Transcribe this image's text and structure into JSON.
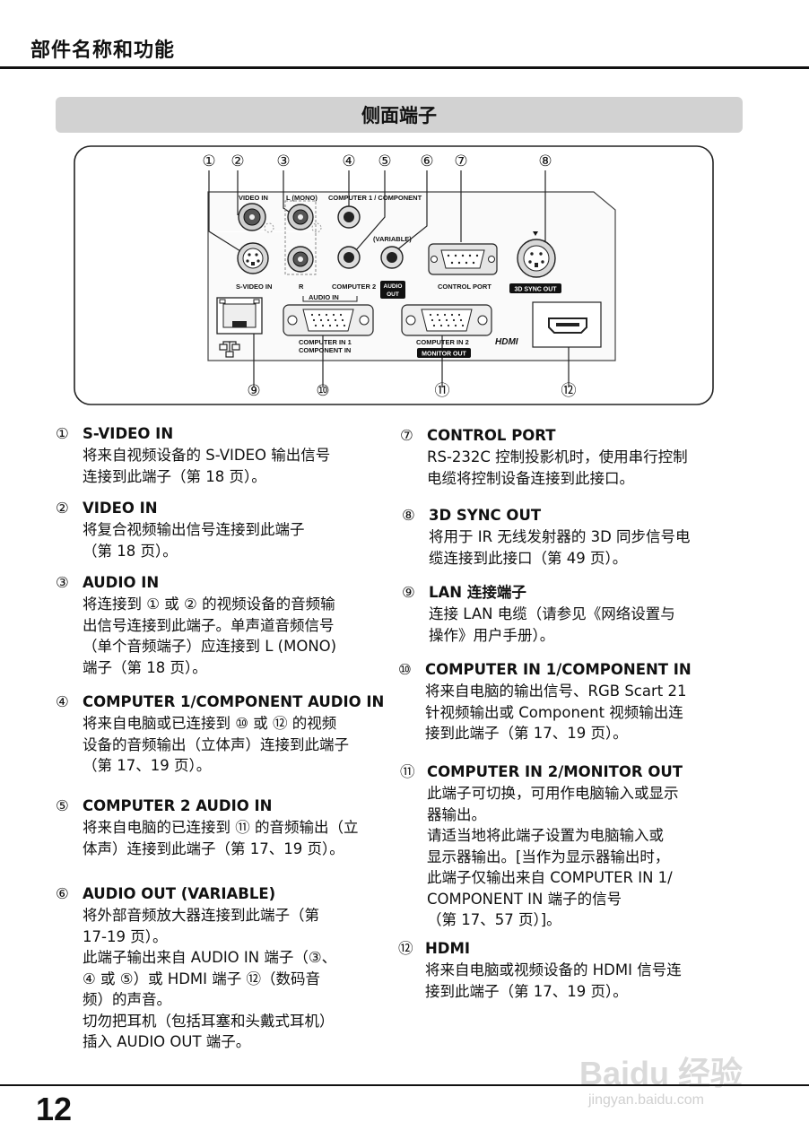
{
  "header": {
    "title": "部件名称和功能"
  },
  "section": {
    "title": "侧面端子"
  },
  "diagram": {
    "callouts": [
      "①",
      "②",
      "③",
      "④",
      "⑤",
      "⑥",
      "⑦",
      "⑧",
      "⑨",
      "⑩",
      "⑪",
      "⑫"
    ],
    "labels": {
      "video_in": "VIDEO IN",
      "l_mono": "L (MONO)",
      "computer1_component": "COMPUTER 1 / COMPONENT",
      "variable": "(VARIABLE)",
      "s_video_in": "S-VIDEO IN",
      "r": "R",
      "computer2": "COMPUTER 2",
      "audio_in": "AUDIO IN",
      "audio": "AUDIO",
      "out": "OUT",
      "control_port": "CONTROL PORT",
      "sync_3d": "3D SYNC OUT",
      "computer_in1_a": "COMPUTER IN 1",
      "computer_in1_b": "COMPONENT IN",
      "computer_in2": "COMPUTER IN 2",
      "monitor_out": "MONITOR OUT",
      "hdmi": "HDMI"
    }
  },
  "items": [
    {
      "num": "①",
      "title": "S-VIDEO IN",
      "lines": [
        "将来自视频设备的 S-VIDEO 输出信号",
        "连接到此端子（第 18 页）。"
      ]
    },
    {
      "num": "②",
      "title": "VIDEO IN",
      "lines": [
        "将复合视频输出信号连接到此端子",
        "（第 18 页）。"
      ]
    },
    {
      "num": "③",
      "title": "AUDIO IN",
      "lines": [
        "将连接到 ① 或 ② 的视频设备的音频输",
        "出信号连接到此端子。单声道音频信号",
        "（单个音频端子）应连接到 L (MONO)",
        "端子（第 18 页）。"
      ]
    },
    {
      "num": "④",
      "title": "COMPUTER 1/COMPONENT AUDIO IN",
      "lines": [
        "将来自电脑或已连接到 ⑩ 或 ⑫ 的视频",
        "设备的音频输出（立体声）连接到此端子",
        "（第 17、19 页）。"
      ]
    },
    {
      "num": "⑤",
      "title": "COMPUTER 2 AUDIO IN",
      "lines": [
        "将来自电脑的已连接到 ⑪ 的音频输出（立",
        "体声）连接到此端子（第 17、19 页）。"
      ]
    },
    {
      "num": "⑥",
      "title": "AUDIO OUT (VARIABLE)",
      "lines": [
        "将外部音频放大器连接到此端子（第",
        "17-19 页）。",
        "此端子输出来自 AUDIO IN 端子（③、",
        "④ 或 ⑤）或 HDMI 端子 ⑫（数码音",
        "频）的声音。",
        "切勿把耳机（包括耳塞和头戴式耳机）",
        "插入 AUDIO OUT 端子。"
      ]
    },
    {
      "num": "⑦",
      "title": "CONTROL PORT",
      "lines": [
        "RS-232C 控制投影机时，使用串行控制",
        "电缆将控制设备连接到此接口。"
      ]
    },
    {
      "num": "⑧",
      "title": "3D SYNC OUT",
      "lines": [
        "将用于 IR 无线发射器的 3D 同步信号电",
        "缆连接到此接口（第 49 页）。"
      ]
    },
    {
      "num": "⑨",
      "title": "LAN 连接端子",
      "lines": [
        "连接 LAN 电缆（请参见《网络设置与",
        "操作》用户手册）。"
      ]
    },
    {
      "num": "⑩",
      "title": "COMPUTER IN 1/COMPONENT IN",
      "lines": [
        "将来自电脑的输出信号、RGB Scart 21",
        "针视频输出或 Component 视频输出连",
        "接到此端子（第 17、19 页）。"
      ]
    },
    {
      "num": "⑪",
      "title": "COMPUTER IN 2/MONITOR OUT",
      "lines": [
        "此端子可切换，可用作电脑输入或显示",
        "器输出。",
        "请适当地将此端子设置为电脑输入或",
        "显示器输出。[当作为显示器输出时，",
        "此端子仅输出来自 COMPUTER IN 1/",
        "COMPONENT IN 端子的信号",
        "（第 17、57 页）]。"
      ]
    },
    {
      "num": "⑫",
      "title": "HDMI",
      "lines": [
        "将来自电脑或视频设备的 HDMI 信号连",
        "接到此端子（第 17、19 页）。"
      ]
    }
  ],
  "footer": {
    "page_number": "12"
  },
  "watermark": {
    "text": "Baidu 经验",
    "url": "jingyan.baidu.com"
  }
}
